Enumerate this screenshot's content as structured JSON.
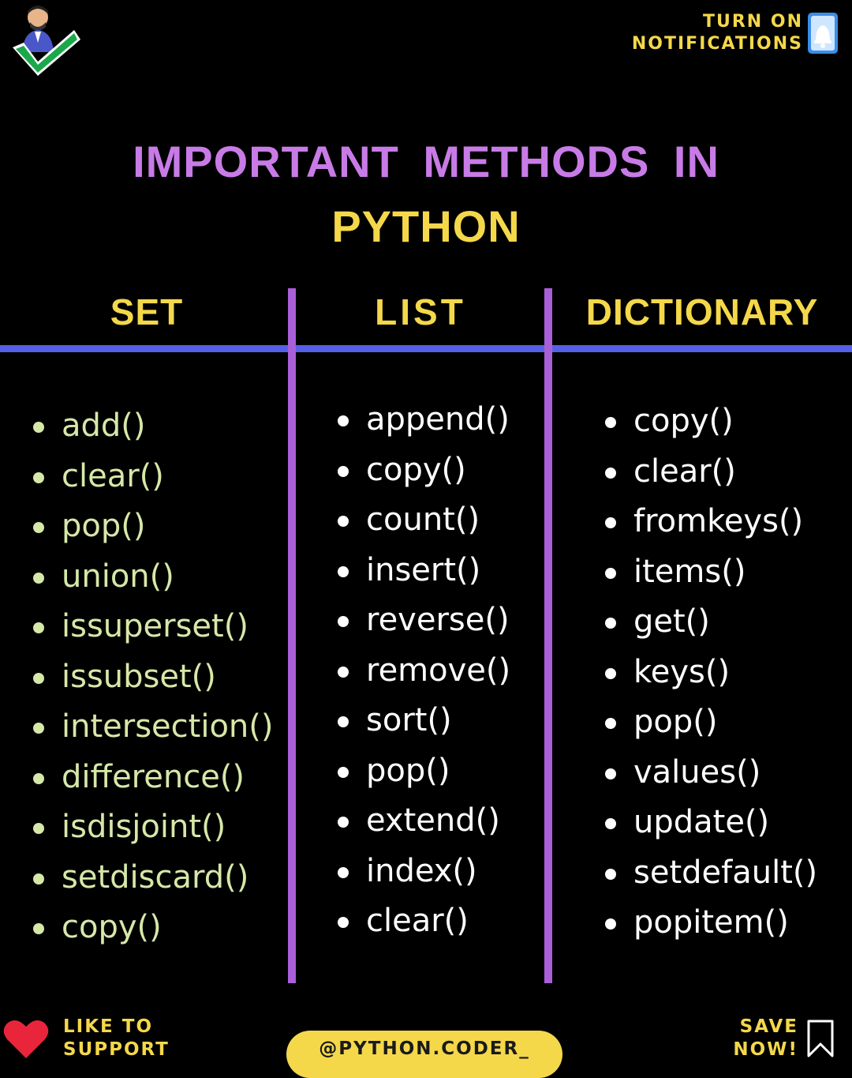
{
  "header": {
    "notification_line1": "TURN ON",
    "notification_line2": "NOTIFICATIONS",
    "avatar_icon": "avatar-check-icon",
    "bell_icon": "bell-icon"
  },
  "title": {
    "line1": "IMPORTANT  METHODS IN",
    "line2": "PYTHON"
  },
  "columns": {
    "set": {
      "heading": "SET",
      "methods": [
        "add()",
        "clear()",
        "pop()",
        "union()",
        "issuperset()",
        "issubset()",
        "intersection()",
        "difference()",
        "isdisjoint()",
        "setdiscard()",
        "copy()"
      ]
    },
    "list": {
      "heading": "LIST",
      "methods": [
        "append()",
        "copy()",
        "count()",
        "insert()",
        "reverse()",
        "remove()",
        "sort()",
        "pop()",
        "extend()",
        "index()",
        "clear()"
      ]
    },
    "dictionary": {
      "heading": "DICTIONARY",
      "methods": [
        "copy()",
        "clear()",
        "fromkeys()",
        "items()",
        "get()",
        "keys()",
        "pop()",
        "values()",
        "update()",
        "setdefault()",
        "popitem()"
      ]
    }
  },
  "footer": {
    "like_line1": "LIKE TO",
    "like_line2": "SUPPORT",
    "handle": "@PYTHON.CODER_",
    "save_line1": "SAVE",
    "save_line2": "NOW!",
    "heart_icon": "heart-icon",
    "bookmark_icon": "bookmark-icon"
  },
  "colors": {
    "background": "#000000",
    "accent_yellow": "#f4d84a",
    "accent_purple": "#c87be6",
    "divider_blue": "#5560e8",
    "divider_purple": "#a95fd8",
    "set_text": "#d6e8a8"
  }
}
